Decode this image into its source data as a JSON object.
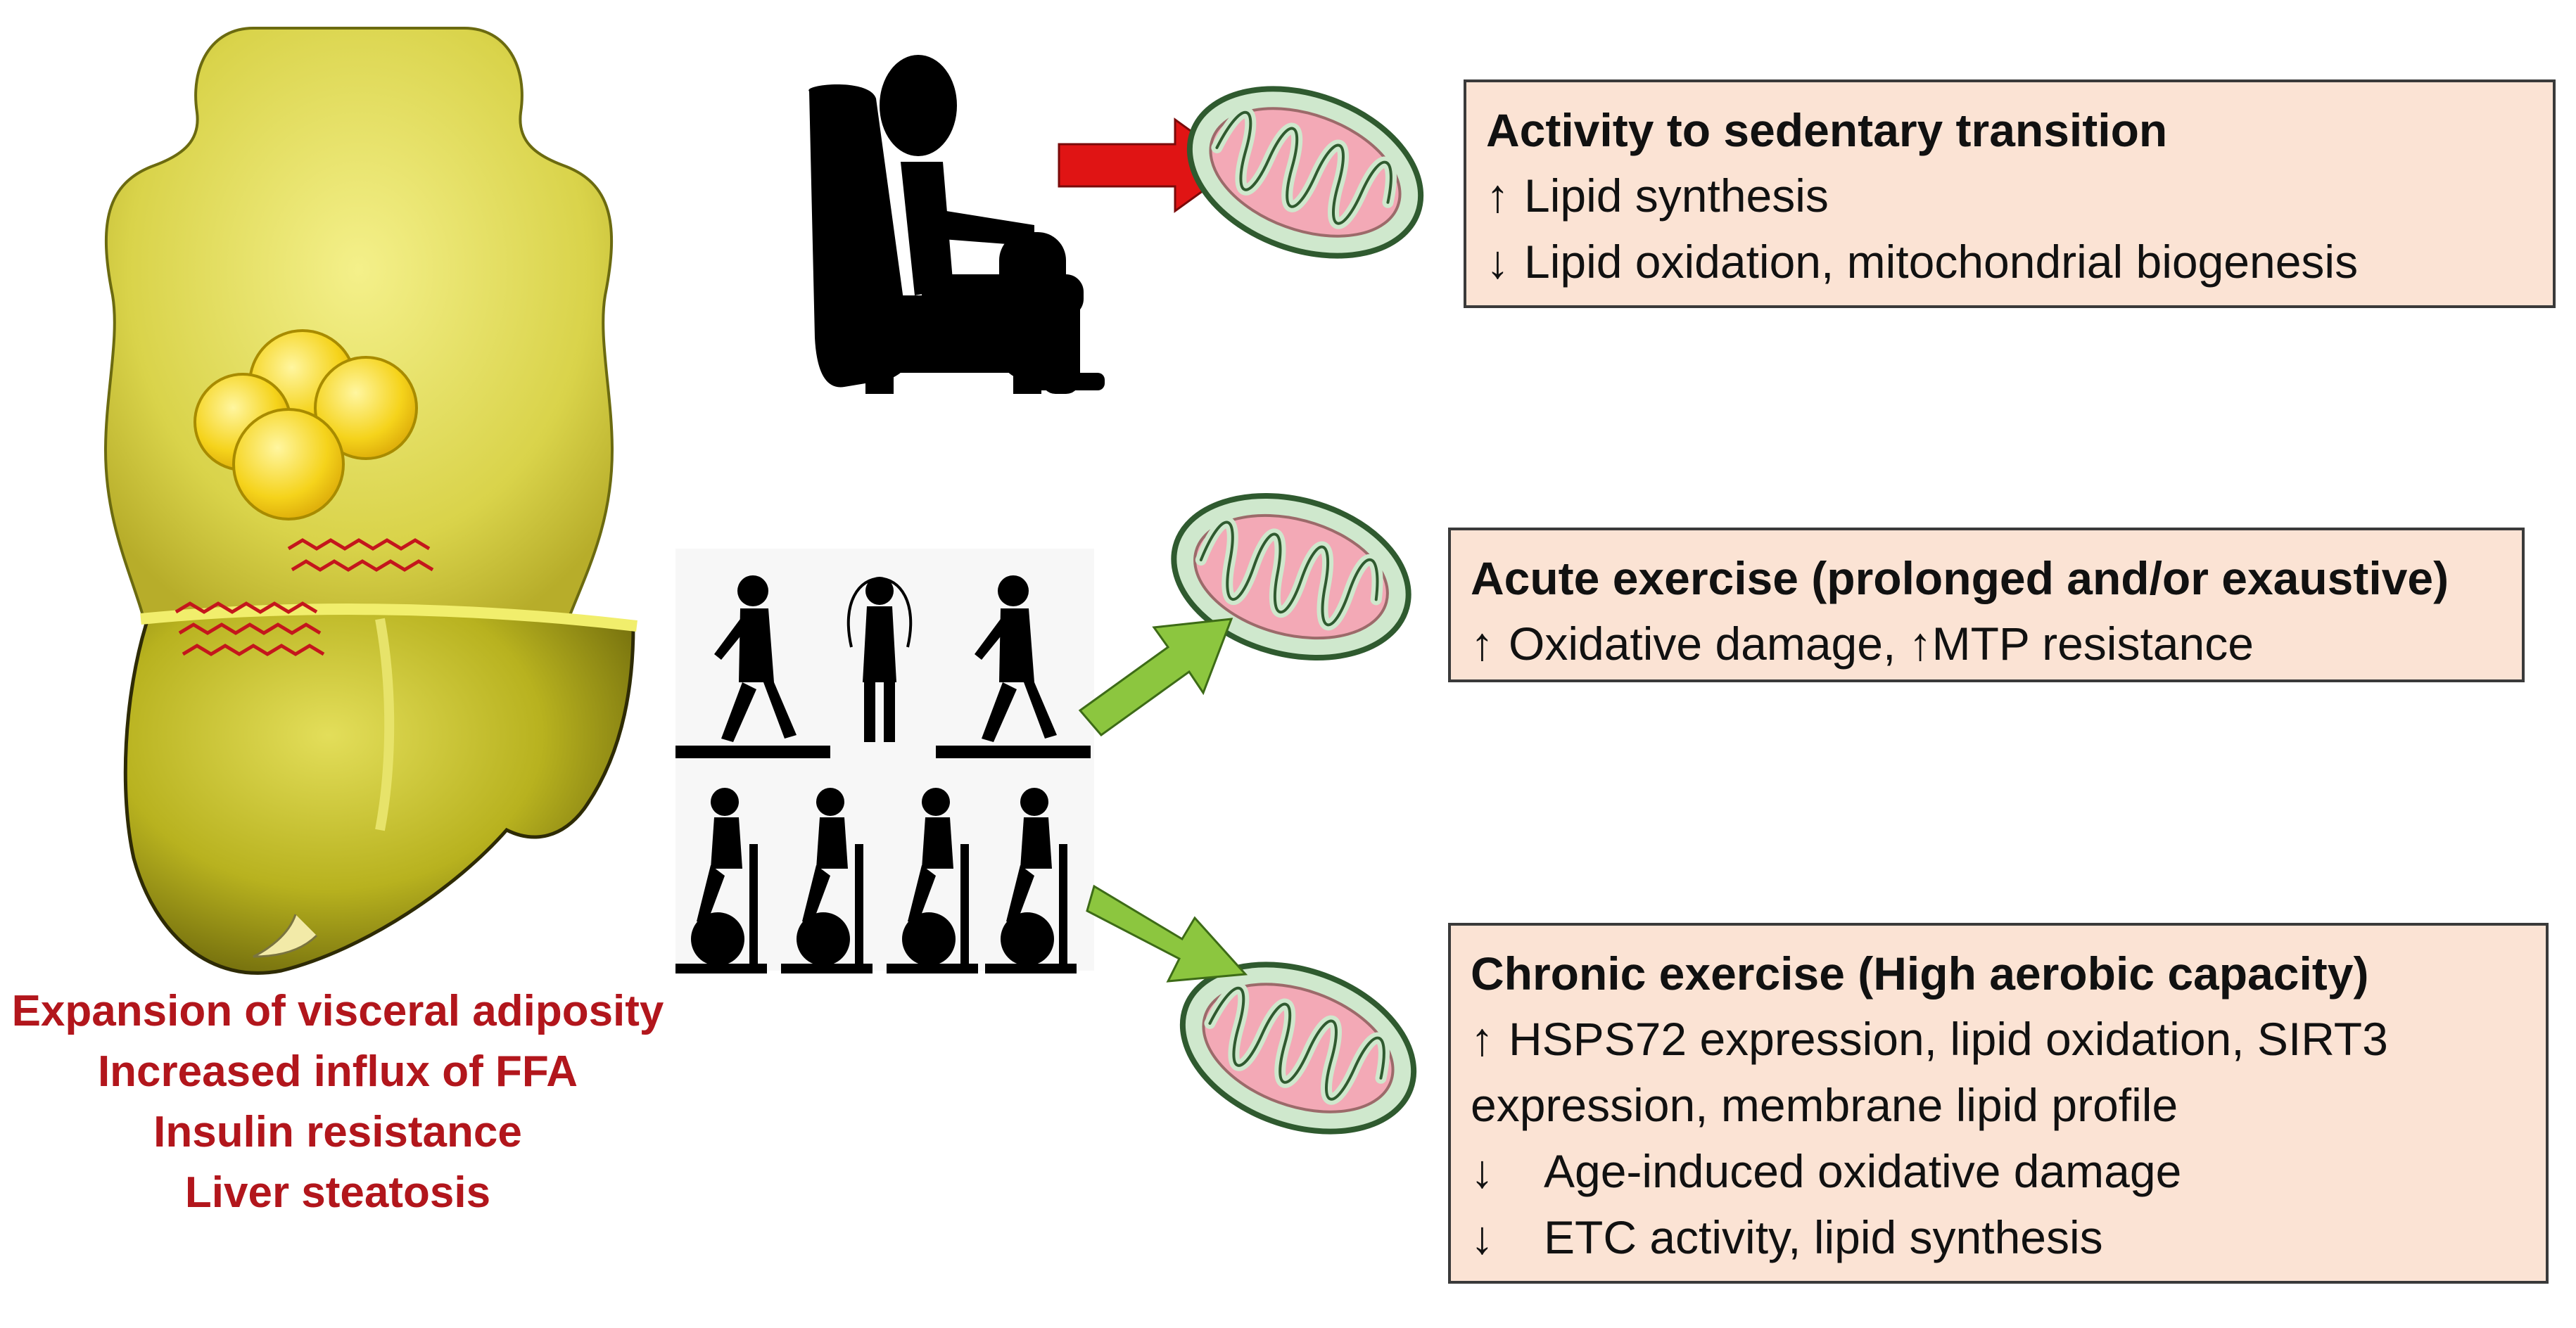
{
  "boxes": {
    "sedentary": {
      "title": "Activity to sedentary transition",
      "lines": [
        {
          "arrow": "↑",
          "text": "Lipid synthesis"
        },
        {
          "arrow": "↓",
          "text": "Lipid oxidation, mitochondrial biogenesis"
        }
      ]
    },
    "acute": {
      "title": "Acute exercise (prolonged and/or exaustive)",
      "line": {
        "arrow1": "↑",
        "text1": "Oxidative damage, ",
        "arrow2": "↑",
        "text2": "MTP resistance"
      }
    },
    "chronic": {
      "title": "Chronic exercise (High aerobic capacity)",
      "lines": [
        {
          "arrow": "↑",
          "text": "HSPS72 expression, lipid oxidation, SIRT3 expression, membrane lipid profile"
        },
        {
          "arrow": "↓",
          "text": "Age-induced oxidative damage"
        },
        {
          "arrow": "↓",
          "text": "ETC activity, lipid synthesis"
        }
      ]
    }
  },
  "effects": [
    "Expansion of visceral adiposity",
    "Increased influx of FFA",
    "Insulin resistance",
    "Liver steatosis"
  ],
  "colors": {
    "box_fill": "#fbe3d4",
    "effects_text": "#b2161c",
    "body_fill": "#d9d34a",
    "liver_fill": "#b8b21f",
    "fat_cell": "#f5d31b",
    "mito_outer": "#cfe8cd",
    "mito_inner": "#f3a9b6",
    "arrow_red": "#e01414",
    "arrow_green": "#8cc63f"
  },
  "icons": [
    "human-body-icon",
    "fat-cells-icon",
    "liver-icon",
    "sitting-person-icon",
    "exercise-silhouettes-icon",
    "mitochondrion-icon"
  ]
}
